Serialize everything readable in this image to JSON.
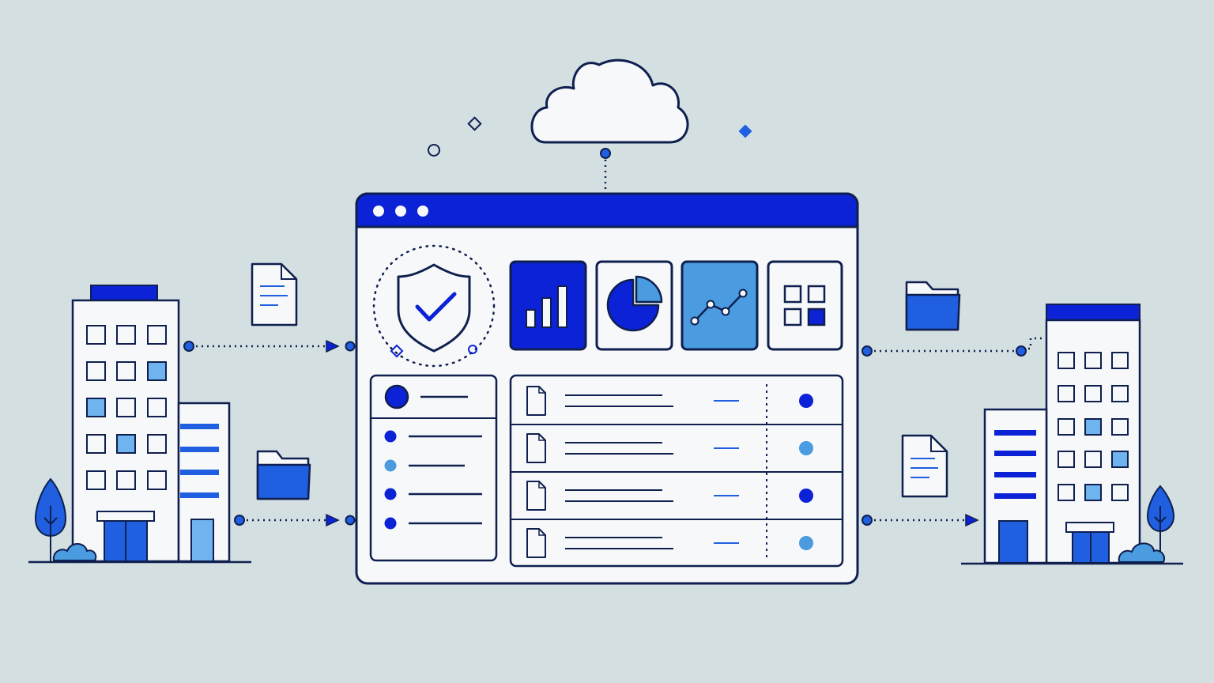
{
  "colors": {
    "background": "#d3dfe1",
    "navy": "#0f1f4f",
    "royal_blue": "#0b22d6",
    "mid_blue": "#1f5fe0",
    "light_blue": "#4a9be0",
    "pale_blue": "#6fb3ef",
    "white": "#f7f8f9"
  },
  "icons": {
    "cloud": "cloud-icon",
    "shield": "shield-check-icon",
    "bar_chart": "bar-chart-icon",
    "pie_chart": "pie-chart-icon",
    "line_chart": "line-chart-icon",
    "grid": "grid-apps-icon",
    "document": "document-icon",
    "folder": "folder-icon",
    "building": "office-building-icon",
    "tree": "tree-icon",
    "bush": "bush-icon"
  },
  "dashboard": {
    "window_dots": 3,
    "tiles": [
      "bar-chart",
      "pie-chart",
      "line-chart",
      "grid"
    ],
    "left_list_items": 4,
    "file_rows": [
      {
        "status": "royal_blue"
      },
      {
        "status": "light_blue"
      },
      {
        "status": "royal_blue"
      },
      {
        "status": "light_blue"
      }
    ]
  }
}
